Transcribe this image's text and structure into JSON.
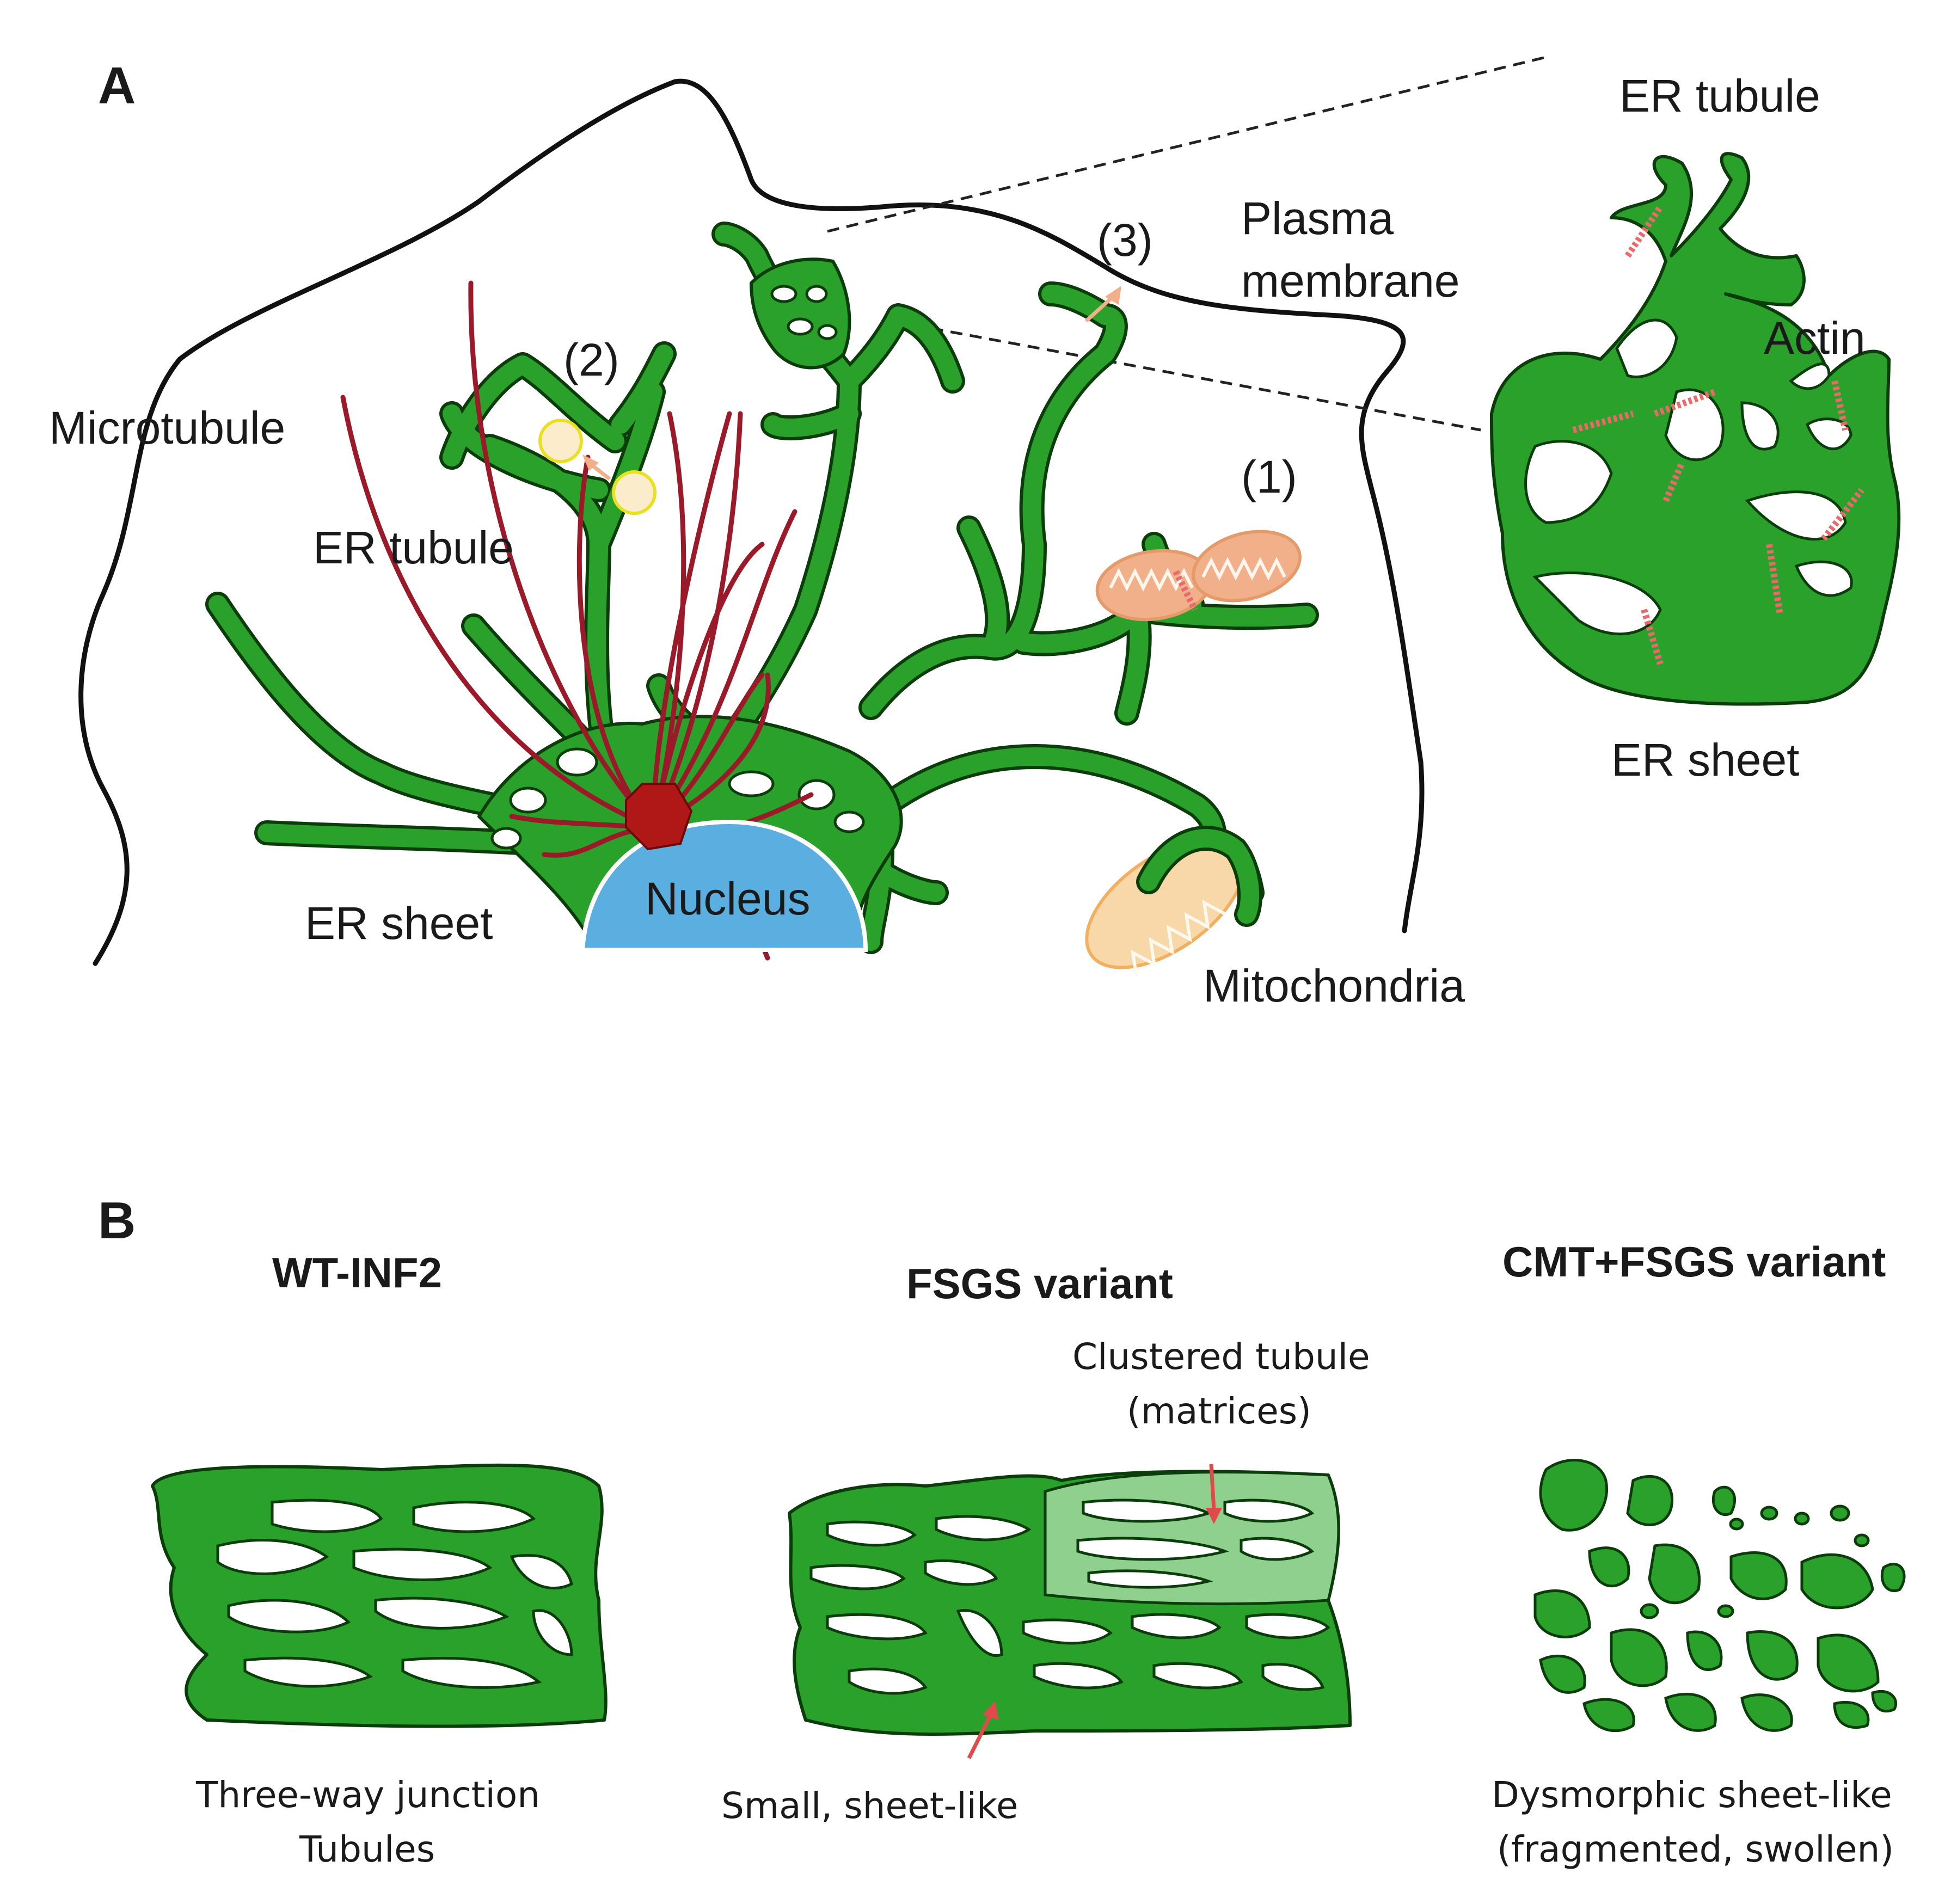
{
  "panel_a": {
    "label": "A",
    "labels": {
      "er_tubule_top": "ER tubule",
      "plasma_membrane_1": "Plasma",
      "plasma_membrane_2": "membrane",
      "actin": "Actin",
      "er_sheet_inset": "ER sheet",
      "step3": "(3)",
      "step2": "(2)",
      "step1": "(1)",
      "microtubule": "Microtubule",
      "er_tubule_left": "ER tubule",
      "er_sheet": "ER sheet",
      "nucleus": "Nucleus",
      "mitochondria": "Mitochondria"
    }
  },
  "panel_b": {
    "label": "B",
    "columns": [
      {
        "title": "WT-INF2",
        "caption_1": "Three-way junction",
        "caption_2": "Tubules"
      },
      {
        "title": "FSGS variant",
        "annotation_1": "Clustered tubule",
        "annotation_2": "(matrices)",
        "caption_1": "Small, sheet-like"
      },
      {
        "title": "CMT+FSGS variant",
        "caption_1": "Dysmorphic sheet-like",
        "caption_2": "(fragmented, swollen)"
      }
    ]
  },
  "colors": {
    "er_green": "#2aa12a",
    "er_outline": "#0b3d0b",
    "microtubule": "#9b1a2a",
    "mtoc": "#b01818",
    "nucleus": "#5aaee0",
    "mitochondria": "#f2b08a",
    "actin": "#e86a6a"
  }
}
